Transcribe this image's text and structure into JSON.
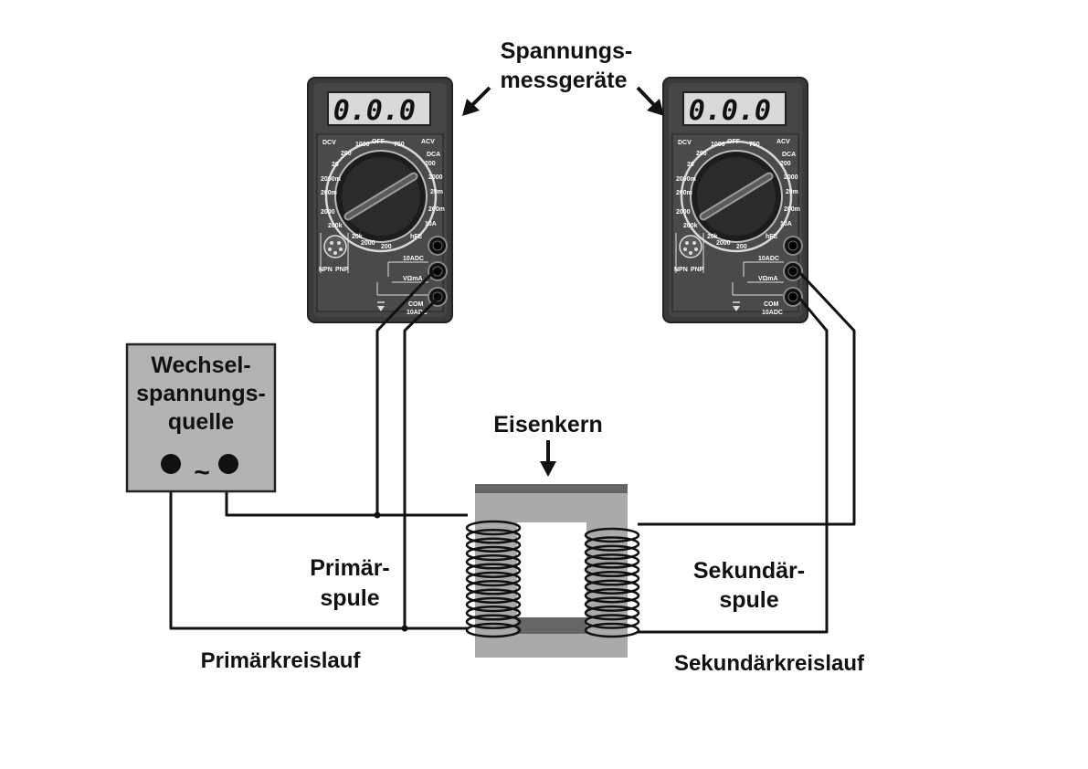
{
  "labels": {
    "meters_line1": "Spannungs-",
    "meters_line2": "messgeräte",
    "source_line1": "Wechsel-",
    "source_line2": "spannungs-",
    "source_line3": "quelle",
    "source_symbol": "~",
    "core": "Eisenkern",
    "primary_coil_line1": "Primär-",
    "primary_coil_line2": "spule",
    "secondary_coil_line1": "Sekundär-",
    "secondary_coil_line2": "spule",
    "primary_circuit": "Primärkreislauf",
    "secondary_circuit": "Sekundärkreislauf"
  },
  "meter": {
    "display": "0.0.0",
    "dial": [
      "DCV",
      "1000",
      "OFF",
      "750",
      "ACV",
      "200",
      "DCA",
      "20",
      "200",
      "2000",
      "2000m",
      "20m",
      "200m",
      "200m",
      "2000",
      "10A",
      "200k",
      "20k",
      "2000",
      "200",
      "hFE"
    ],
    "ports": [
      "10ADC",
      "VΩmA",
      "COM",
      "10ADC"
    ],
    "transistor": [
      "NPN",
      "PNP"
    ]
  },
  "colors": {
    "meter_body": "#3a3a3a",
    "meter_face": "#4a4a4a",
    "lcd": "#d9d9d9",
    "core": "#aaaaaa",
    "core_dark": "#666666",
    "source_box": "#b3b3b3",
    "wire": "#111111"
  }
}
